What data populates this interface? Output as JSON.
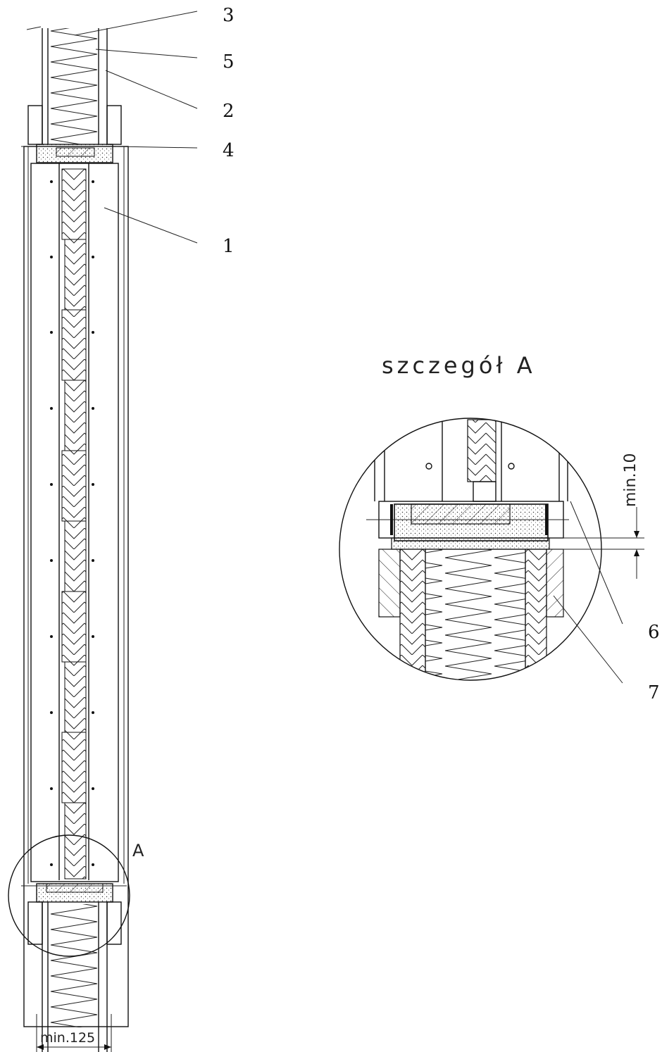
{
  "labels": {
    "l1": "1",
    "l2": "2",
    "l3": "3",
    "l4": "4",
    "l5": "5",
    "l6": "6",
    "l7": "7"
  },
  "detail_marker": "A",
  "detail_title": "szczegół A",
  "dimension_width": "min.125",
  "dimension_gap": "min.10",
  "colors": {
    "line": "#111111",
    "background": "#ffffff"
  }
}
